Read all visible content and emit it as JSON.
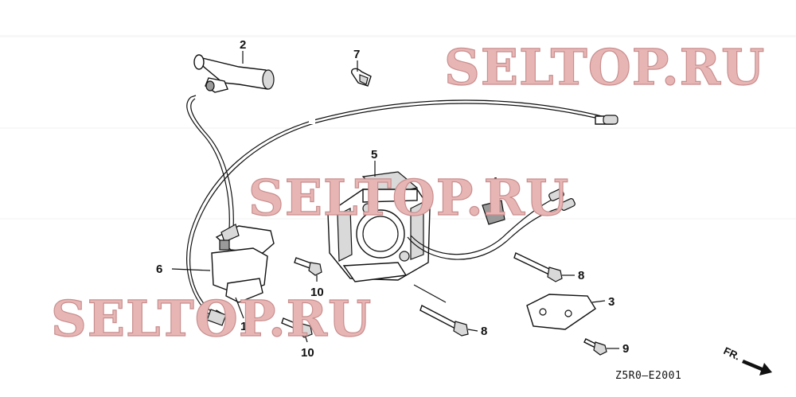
{
  "diagram_code": "Z5R0—E2001",
  "direction_label": "FR.",
  "watermark_text": "SELTOP.RU",
  "callouts": {
    "c1": "1",
    "c2": "2",
    "c3": "3",
    "c4": "4",
    "c5": "5",
    "c6": "6",
    "c7": "7",
    "c8a": "8",
    "c8b": "8",
    "c9": "9",
    "c10a": "10",
    "c10b": "10"
  },
  "colors": {
    "line": "#111111",
    "watermark_fill": "#e8b5b5",
    "background": "#ffffff"
  }
}
